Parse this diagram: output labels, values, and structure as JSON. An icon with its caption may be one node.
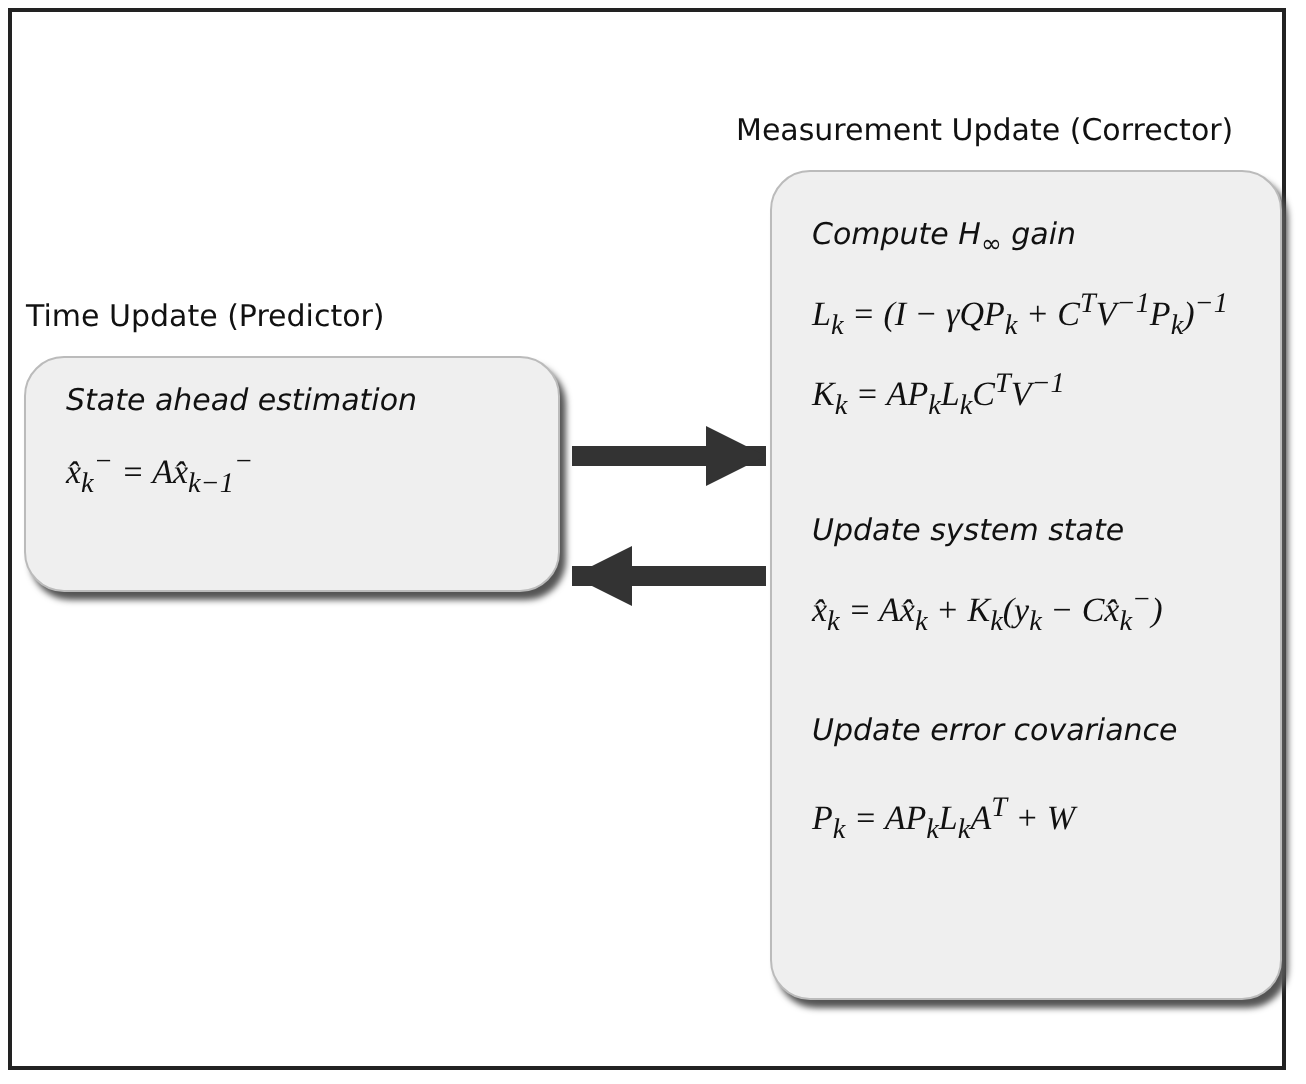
{
  "diagram": {
    "nodes": [
      {
        "text": [
          "Time Update (Predictor)",
          "State ahead estimation",
          "x̂$_{k}$$^{−}$ = Ax̂$_{k−1}$$^{−}$"
        ]
      },
      {
        "text": [
          "Measurement Update (Corrector)",
          "Compute H$_{∞}$ gain",
          "L$_{k}$ = (I − γQP$_{k}$ + C$^{T}$V$^{−1}$P$_{k}$)$^{−1}$",
          "K$_{k}$ = AP$_{k}$L$_{k}$C$^{T}$V$^{−1}$",
          "Update system state",
          "x̂$_{k}$ = Ax̂$_{k}$ + K$_{k}$(y$_{k}$ − Cx̂$_{k}$$^{−}$)",
          "Update error covariance",
          "P$_{k}$ = AP$_{k}$L$_{k}$A$^{T}$ + W"
        ]
      }
    ],
    "edges": [
      {
        "from": 0,
        "to": 1,
        "arrow": "to"
      },
      {
        "from": 1,
        "to": 0,
        "arrow": "to"
      }
    ]
  }
}
